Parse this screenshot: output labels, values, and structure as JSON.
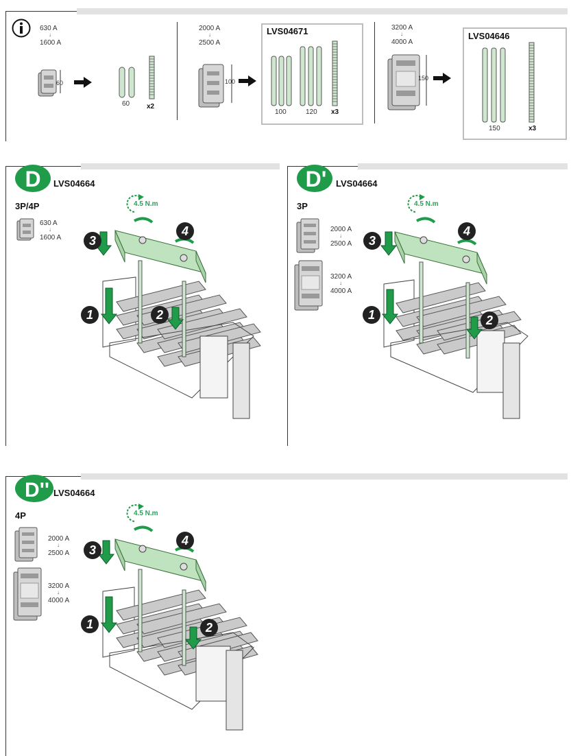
{
  "top": {
    "ranges": [
      {
        "from": "630 A",
        "to": "1600 A",
        "dim": "60",
        "rod_label": "60",
        "qty": "x2"
      },
      {
        "from": "2000 A",
        "to": "2500 A",
        "dim": "100",
        "ref": "LVS04671",
        "rod_labels": [
          "100",
          "120"
        ],
        "qty": "x3"
      },
      {
        "from": "3200 A",
        "to": "4000 A",
        "dim": "150",
        "ref": "LVS04646",
        "rod_labels": [
          "150"
        ],
        "qty": "x3"
      }
    ]
  },
  "sections": {
    "d": {
      "letter": "D",
      "ref": "LVS04664",
      "poles": "3P/4P",
      "torque": "4.5 N.m",
      "ranges": [
        {
          "from": "630 A",
          "to": "1600 A"
        }
      ],
      "steps": [
        "1",
        "2",
        "3",
        "4"
      ]
    },
    "d1": {
      "letter": "D'",
      "ref": "LVS04664",
      "poles": "3P",
      "torque": "4.5 N.m",
      "ranges": [
        {
          "from": "2000 A",
          "to": "2500 A"
        },
        {
          "from": "3200 A",
          "to": "4000 A"
        }
      ],
      "steps": [
        "1",
        "2",
        "3",
        "4"
      ]
    },
    "d2": {
      "letter": "D''",
      "ref": "LVS04664",
      "poles": "4P",
      "torque": "4.5 N.m",
      "ranges": [
        {
          "from": "2000 A",
          "to": "2500 A"
        },
        {
          "from": "3200 A",
          "to": "4000 A"
        }
      ],
      "steps": [
        "1",
        "2",
        "3",
        "4"
      ]
    }
  },
  "colors": {
    "green": "#1f9b4a",
    "rod": "#cfe6cf",
    "bar": "#c8c8c8",
    "panel": "#e2e2e2"
  },
  "icons": [
    "info-icon",
    "arrow-right-icon",
    "rotate-arrow-icon",
    "down-arrow-icon"
  ]
}
